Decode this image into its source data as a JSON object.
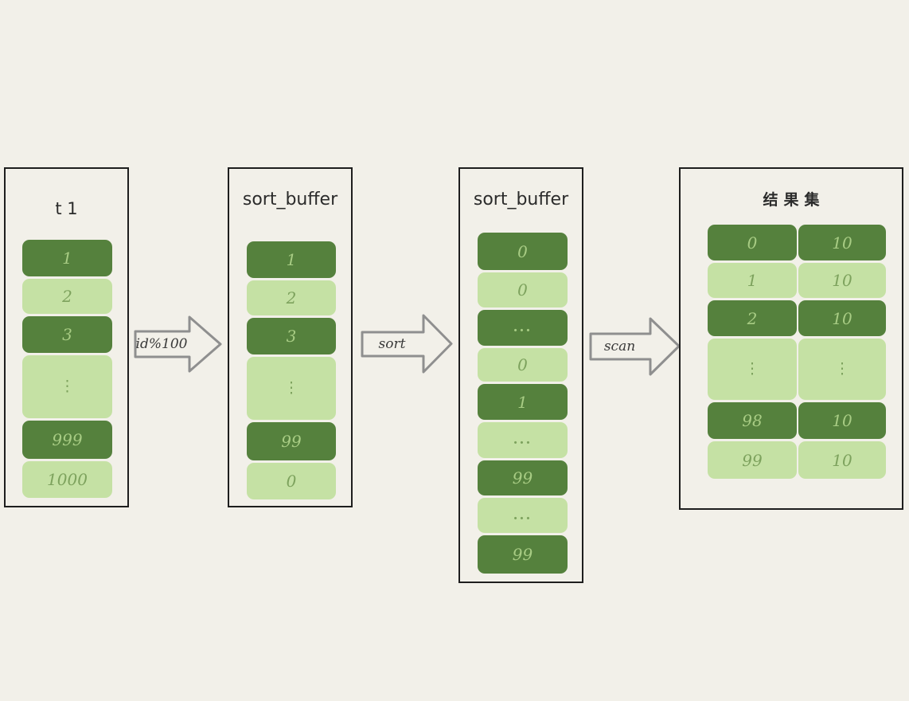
{
  "colors": {
    "background": "#f2f0e9",
    "cell_dark": "#55813d",
    "cell_light": "#c5e1a4",
    "text_on_dark": "#a8cc84",
    "text_on_light": "#7da25d",
    "box_border": "#1e1e1e",
    "arrow_outline": "#8f8f8f",
    "title_text": "#2b2b2b"
  },
  "columns": [
    {
      "title": "t 1",
      "cells": [
        {
          "label": "1",
          "shade": "dark"
        },
        {
          "label": "2",
          "shade": "light"
        },
        {
          "label": "3",
          "shade": "dark"
        },
        {
          "label": "⋮",
          "shade": "light"
        },
        {
          "label": "999",
          "shade": "dark"
        },
        {
          "label": "1000",
          "shade": "light"
        }
      ]
    },
    {
      "title": "sort_buffer",
      "cells": [
        {
          "label": "1",
          "shade": "dark"
        },
        {
          "label": "2",
          "shade": "light"
        },
        {
          "label": "3",
          "shade": "dark"
        },
        {
          "label": "⋮",
          "shade": "light"
        },
        {
          "label": "99",
          "shade": "dark"
        },
        {
          "label": "0",
          "shade": "light"
        }
      ]
    },
    {
      "title": "sort_buffer",
      "cells": [
        {
          "label": "0",
          "shade": "dark"
        },
        {
          "label": "0",
          "shade": "light"
        },
        {
          "label": "...",
          "shade": "dark"
        },
        {
          "label": "0",
          "shade": "light"
        },
        {
          "label": "1",
          "shade": "dark"
        },
        {
          "label": "...",
          "shade": "light"
        },
        {
          "label": "99",
          "shade": "dark"
        },
        {
          "label": "...",
          "shade": "light"
        },
        {
          "label": "99",
          "shade": "dark"
        }
      ]
    },
    {
      "title": "结果集",
      "rows": [
        {
          "left": "0",
          "right": "10",
          "shade": "dark"
        },
        {
          "left": "1",
          "right": "10",
          "shade": "light"
        },
        {
          "left": "2",
          "right": "10",
          "shade": "dark"
        },
        {
          "left": "⋮",
          "right": "⋮",
          "shade": "light"
        },
        {
          "left": "98",
          "right": "10",
          "shade": "dark"
        },
        {
          "left": "99",
          "right": "10",
          "shade": "light"
        }
      ]
    }
  ],
  "arrows": [
    {
      "label": "id%100"
    },
    {
      "label": "sort"
    },
    {
      "label": "scan"
    }
  ]
}
